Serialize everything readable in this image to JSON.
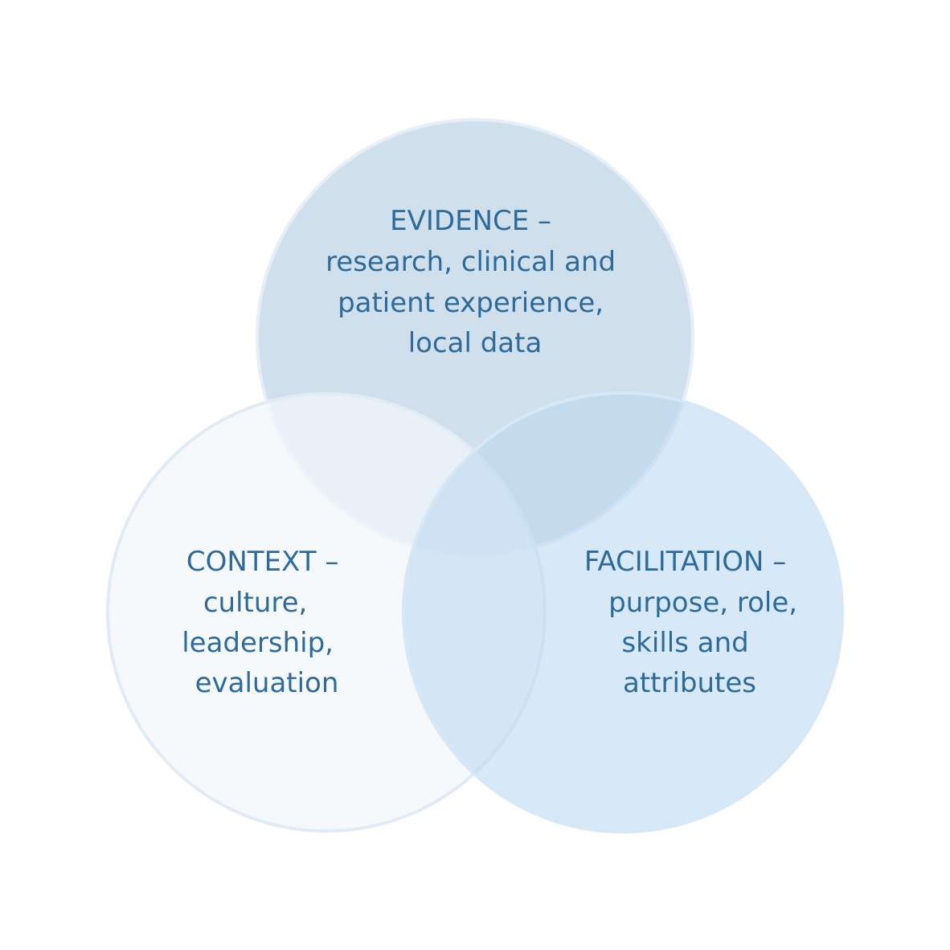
{
  "colors": {
    "text": "#2e6b9a",
    "context_fill": "#f2f6fb",
    "context_stroke": "#e1ebf6",
    "evidence_fill": "#bdd3e5",
    "evidence_stroke": "#e6eef7",
    "facilitation_fill": "#bcd9f0",
    "facilitation_stroke": "#d6e7f6",
    "background": "#ffffff"
  },
  "circles": {
    "evidence": {
      "lines": [
        "EVIDENCE –",
        "research, clinical and",
        "patient experience,",
        "local data"
      ]
    },
    "context": {
      "lines": [
        "CONTEXT –",
        "culture,",
        "leadership,",
        "evaluation"
      ]
    },
    "facilitation": {
      "lines": [
        "FACILITATION –",
        "purpose, role,",
        "skills and",
        "attributes"
      ]
    }
  }
}
